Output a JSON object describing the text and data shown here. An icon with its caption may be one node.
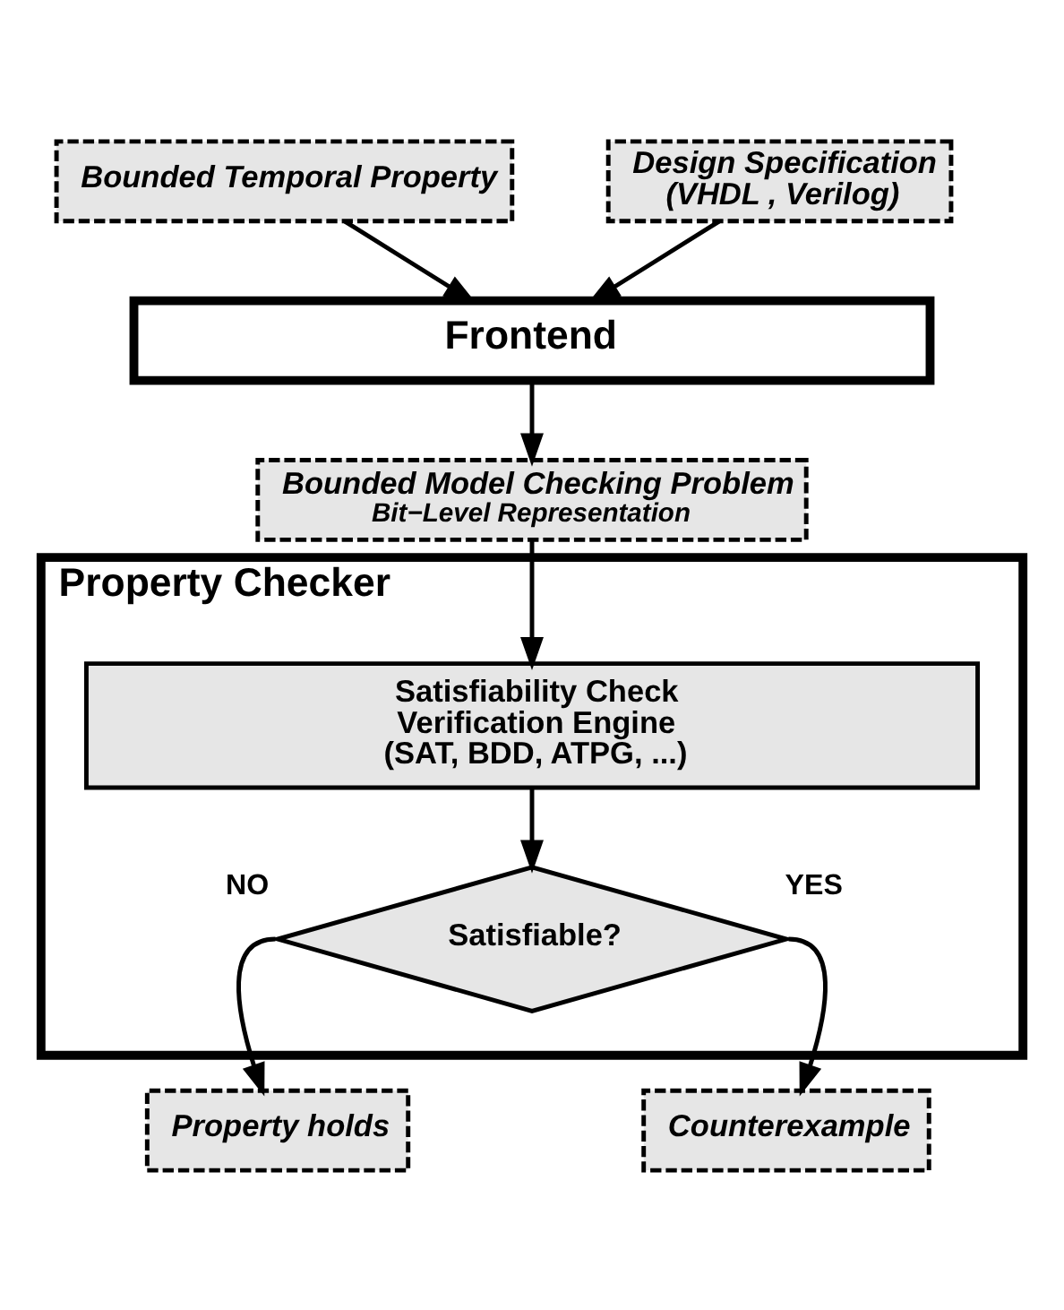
{
  "diagram": {
    "nodes": [
      {
        "text": [
          "Bounded Temporal Property"
        ]
      },
      {
        "text": [
          "Design Specification (VHDL , Verilog)"
        ]
      },
      {
        "text": [
          "Frontend"
        ]
      },
      {
        "text": [
          "Bounded Model Checking Problem",
          "Bit−Level Representation"
        ]
      },
      {
        "text": [
          "Property Checker"
        ]
      },
      {
        "text": [
          "Satisfiability Check Verification Engine (SAT, BDD, ATPG, ...)"
        ],
        "in": 4
      },
      {
        "text": [
          "Satisfiable?"
        ],
        "in": 4
      },
      {
        "text": [
          "Property holds"
        ]
      },
      {
        "text": [
          "Counterexample"
        ]
      }
    ],
    "edges": [
      {
        "from": 0,
        "to": 2,
        "arrow": "to"
      },
      {
        "from": 1,
        "to": 2,
        "arrow": "to"
      },
      {
        "from": 2,
        "to": 3,
        "arrow": "to"
      },
      {
        "from": 3,
        "to": 5,
        "arrow": "to"
      },
      {
        "from": 5,
        "to": 6,
        "arrow": "to"
      },
      {
        "from": 6,
        "to": 7,
        "arrow": "to",
        "label": "NO"
      },
      {
        "from": 6,
        "to": 8,
        "arrow": "to",
        "label": "YES"
      }
    ]
  }
}
